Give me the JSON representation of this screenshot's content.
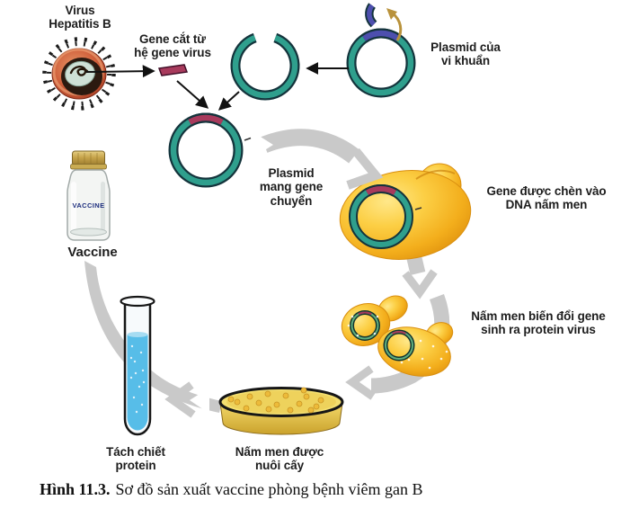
{
  "caption": {
    "number": "Hình 11.3.",
    "text": "Sơ đồ sản xuất vaccine phòng bệnh viêm gan B"
  },
  "labels": {
    "virus": "Virus\nHepatitis B",
    "gene_cut": "Gene cắt từ\nhệ gene virus",
    "bacterial_plasmid": "Plasmid của\nvi khuẩn",
    "transfer_plasmid": "Plasmid\nmang gene\nchuyển",
    "gene_inserted": "Gene được chèn vào\nDNA nấm men",
    "modified_yeast": "Nấm men biến đổi gene\nsinh ra protein virus",
    "cultured_yeast": "Nấm men được\nnuôi cấy",
    "protein_extraction": "Tách chiết\nprotein",
    "vaccine": "Vaccine",
    "bottle_text": "VACCINE"
  },
  "colors": {
    "plasmid_teal": "#2f9f8d",
    "plasmid_outline": "#14343c",
    "viral_gene_red": "#a83a5c",
    "bacterial_segment_blue": "#4d4fae",
    "yeast_yellow": "#f5b91e",
    "process_arrow_gray": "#c9c9c9",
    "liquid_blue": "#57bde8",
    "dish_gold": "#e8c94e",
    "cap_gold": "#c7a44a",
    "text_dark": "#1d1d1d"
  }
}
